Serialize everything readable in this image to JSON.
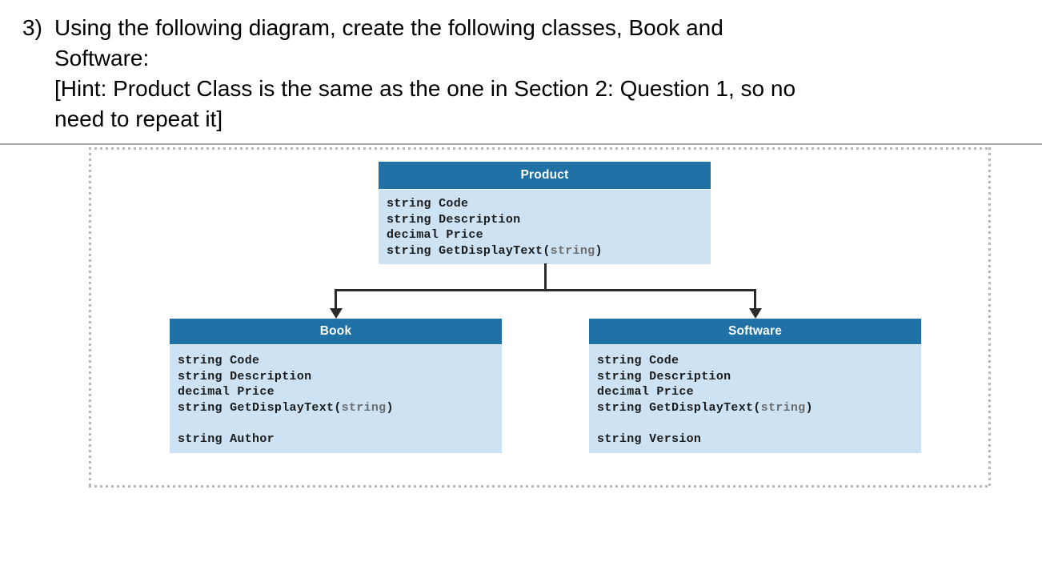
{
  "question": {
    "number": "3)",
    "line1": "Using the following diagram, create the following classes, Book and",
    "line2": "Software:",
    "line3": "[Hint: Product Class is the same as the one in Section 2: Question 1, so no",
    "line4": "need to repeat it]"
  },
  "diagram": {
    "product": {
      "title": "Product",
      "members": [
        {
          "pre": "string Code",
          "param": "",
          "post": ""
        },
        {
          "pre": "string Description",
          "param": "",
          "post": ""
        },
        {
          "pre": "decimal Price",
          "param": "",
          "post": ""
        },
        {
          "pre": "string GetDisplayText(",
          "param": "string",
          "post": ")"
        }
      ]
    },
    "book": {
      "title": "Book",
      "members": [
        {
          "pre": "string Code",
          "param": "",
          "post": ""
        },
        {
          "pre": "string Description",
          "param": "",
          "post": ""
        },
        {
          "pre": "decimal Price",
          "param": "",
          "post": ""
        },
        {
          "pre": "string GetDisplayText(",
          "param": "string",
          "post": ")"
        }
      ],
      "extra": {
        "pre": "string Author",
        "param": "",
        "post": ""
      }
    },
    "software": {
      "title": "Software",
      "members": [
        {
          "pre": "string Code",
          "param": "",
          "post": ""
        },
        {
          "pre": "string Description",
          "param": "",
          "post": ""
        },
        {
          "pre": "decimal Price",
          "param": "",
          "post": ""
        },
        {
          "pre": "string GetDisplayText(",
          "param": "string",
          "post": ")"
        }
      ],
      "extra": {
        "pre": "string Version",
        "param": "",
        "post": ""
      }
    },
    "relationships": [
      {
        "from": "Product",
        "to": "Book",
        "type": "inheritance-arrow"
      },
      {
        "from": "Product",
        "to": "Software",
        "type": "inheritance-arrow"
      }
    ],
    "colors": {
      "header_bg": "#1F71A6",
      "header_text": "#FFFFFF",
      "body_bg": "#CDE3F3",
      "member_text": "#1B1B1B",
      "param_text": "#6E6E6E",
      "connector": "#2B2B2B",
      "dotted_border": "#B7B7B7",
      "rule": "#ABABAB"
    }
  }
}
